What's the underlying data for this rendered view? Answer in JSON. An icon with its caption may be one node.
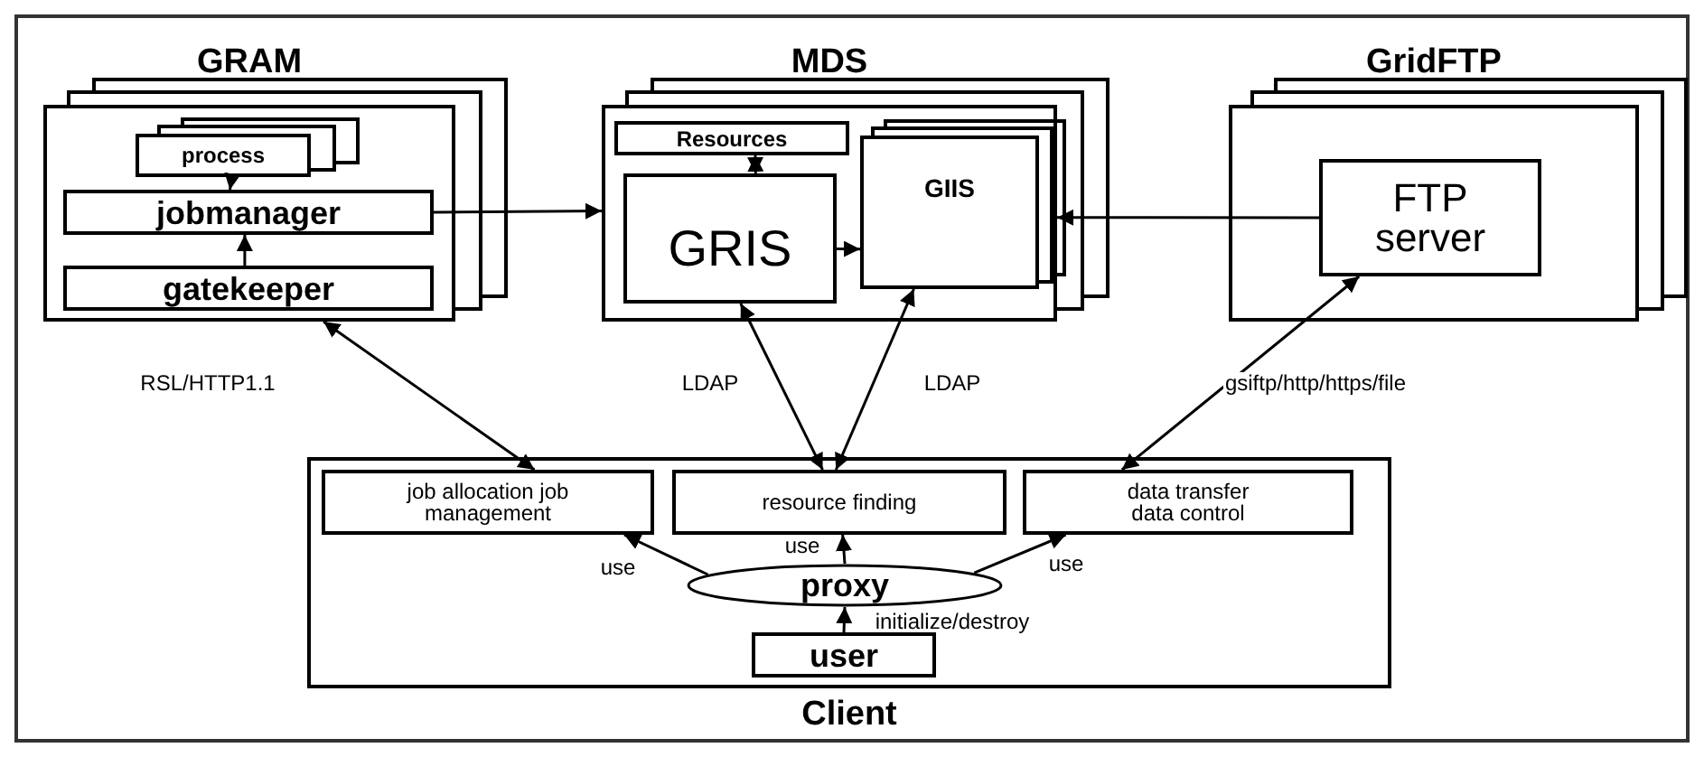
{
  "diagram": {
    "nodes": [
      {
        "text": [
          "GRAM"
        ]
      },
      {
        "text": [
          "process"
        ],
        "in": 0
      },
      {
        "text": [
          "jobmanager"
        ],
        "in": 0
      },
      {
        "text": [
          "gatekeeper"
        ],
        "in": 0
      },
      {
        "text": [
          "MDS"
        ]
      },
      {
        "text": [
          "Resources"
        ],
        "in": 4
      },
      {
        "text": [
          "GRIS"
        ],
        "in": 4
      },
      {
        "text": [
          "GIIS"
        ],
        "in": 4
      },
      {
        "text": [
          "GridFTP"
        ]
      },
      {
        "text": [
          "FTP server"
        ],
        "in": 8
      },
      {
        "text": [
          "Client"
        ]
      },
      {
        "text": [
          "job allocation job management"
        ],
        "in": 10
      },
      {
        "text": [
          "resource finding"
        ],
        "in": 10
      },
      {
        "text": [
          "data transfer data control"
        ],
        "in": 10
      },
      {
        "text": [
          "proxy"
        ],
        "in": 10
      },
      {
        "text": [
          "user"
        ],
        "in": 10
      }
    ],
    "edges": [
      {
        "from": 1,
        "to": 2,
        "arrow": "to"
      },
      {
        "from": 3,
        "to": 2,
        "arrow": "to"
      },
      {
        "from": 2,
        "to": 4,
        "arrow": "to"
      },
      {
        "from": 6,
        "to": 7,
        "arrow": "to"
      },
      {
        "from": 5,
        "to": 6,
        "arrow": "both"
      },
      {
        "from": 9,
        "to": 4,
        "arrow": "to"
      },
      {
        "from": 0,
        "to": 11,
        "arrow": "both",
        "label": "RSL/HTTP1.1"
      },
      {
        "from": 6,
        "to": 12,
        "arrow": "both",
        "label": "LDAP"
      },
      {
        "from": 7,
        "to": 12,
        "arrow": "both",
        "label": "LDAP"
      },
      {
        "from": 9,
        "to": 13,
        "arrow": "both",
        "label": "gsiftp/http/https/file"
      },
      {
        "from": 14,
        "to": 11,
        "arrow": "to",
        "label": "use"
      },
      {
        "from": 14,
        "to": 12,
        "arrow": "to",
        "label": "use"
      },
      {
        "from": 14,
        "to": 13,
        "arrow": "to",
        "label": "use"
      },
      {
        "from": 15,
        "to": 14,
        "arrow": "to",
        "label": "initialize/destroy"
      }
    ]
  }
}
